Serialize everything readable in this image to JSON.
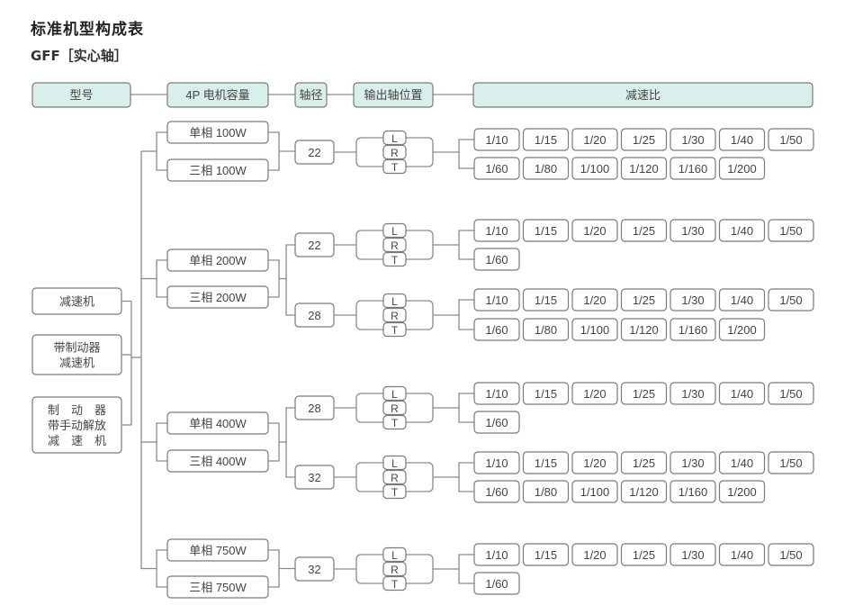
{
  "title": "标准机型构成表",
  "subtitle": "GFF［实心轴］",
  "colors": {
    "header_fill": "#d9efec",
    "border": "#7a7a7a",
    "line": "#8a8a8a"
  },
  "header": {
    "model": "型号",
    "motor_capacity": "4P 电机容量",
    "shaft_diameter": "轴径",
    "output_shaft_position": "输出轴位置",
    "reduction_ratio": "减速比"
  },
  "model_types": [
    {
      "lines": [
        "减速机"
      ]
    },
    {
      "lines": [
        "带制动器",
        "减速机"
      ]
    },
    {
      "lines": [
        "制　动　器",
        "带手动解放",
        "减　速　机"
      ]
    }
  ],
  "output_positions": [
    "L",
    "R",
    "T"
  ],
  "groups": [
    {
      "motors": [
        "单相 100W",
        "三相 100W"
      ],
      "shafts": [
        {
          "diameter": "22",
          "ratios": [
            [
              "1/10",
              "1/15",
              "1/20",
              "1/25",
              "1/30",
              "1/40",
              "1/50"
            ],
            [
              "1/60",
              "1/80",
              "1/100",
              "1/120",
              "1/160",
              "1/200"
            ]
          ]
        }
      ]
    },
    {
      "motors": [
        "单相 200W",
        "三相 200W"
      ],
      "shafts": [
        {
          "diameter": "22",
          "ratios": [
            [
              "1/10",
              "1/15",
              "1/20",
              "1/25",
              "1/30",
              "1/40",
              "1/50"
            ],
            [
              "1/60"
            ]
          ]
        },
        {
          "diameter": "28",
          "ratios": [
            [
              "1/10",
              "1/15",
              "1/20",
              "1/25",
              "1/30",
              "1/40",
              "1/50"
            ],
            [
              "1/60",
              "1/80",
              "1/100",
              "1/120",
              "1/160",
              "1/200"
            ]
          ]
        }
      ]
    },
    {
      "motors": [
        "单相 400W",
        "三相 400W"
      ],
      "shafts": [
        {
          "diameter": "28",
          "ratios": [
            [
              "1/10",
              "1/15",
              "1/20",
              "1/25",
              "1/30",
              "1/40",
              "1/50"
            ],
            [
              "1/60"
            ]
          ]
        },
        {
          "diameter": "32",
          "ratios": [
            [
              "1/10",
              "1/15",
              "1/20",
              "1/25",
              "1/30",
              "1/40",
              "1/50"
            ],
            [
              "1/60",
              "1/80",
              "1/100",
              "1/120",
              "1/160",
              "1/200"
            ]
          ]
        }
      ]
    },
    {
      "motors": [
        "单相 750W",
        "三相 750W"
      ],
      "shafts": [
        {
          "diameter": "32",
          "ratios": [
            [
              "1/10",
              "1/15",
              "1/20",
              "1/25",
              "1/30",
              "1/40",
              "1/50"
            ],
            [
              "1/60"
            ]
          ]
        }
      ]
    }
  ]
}
